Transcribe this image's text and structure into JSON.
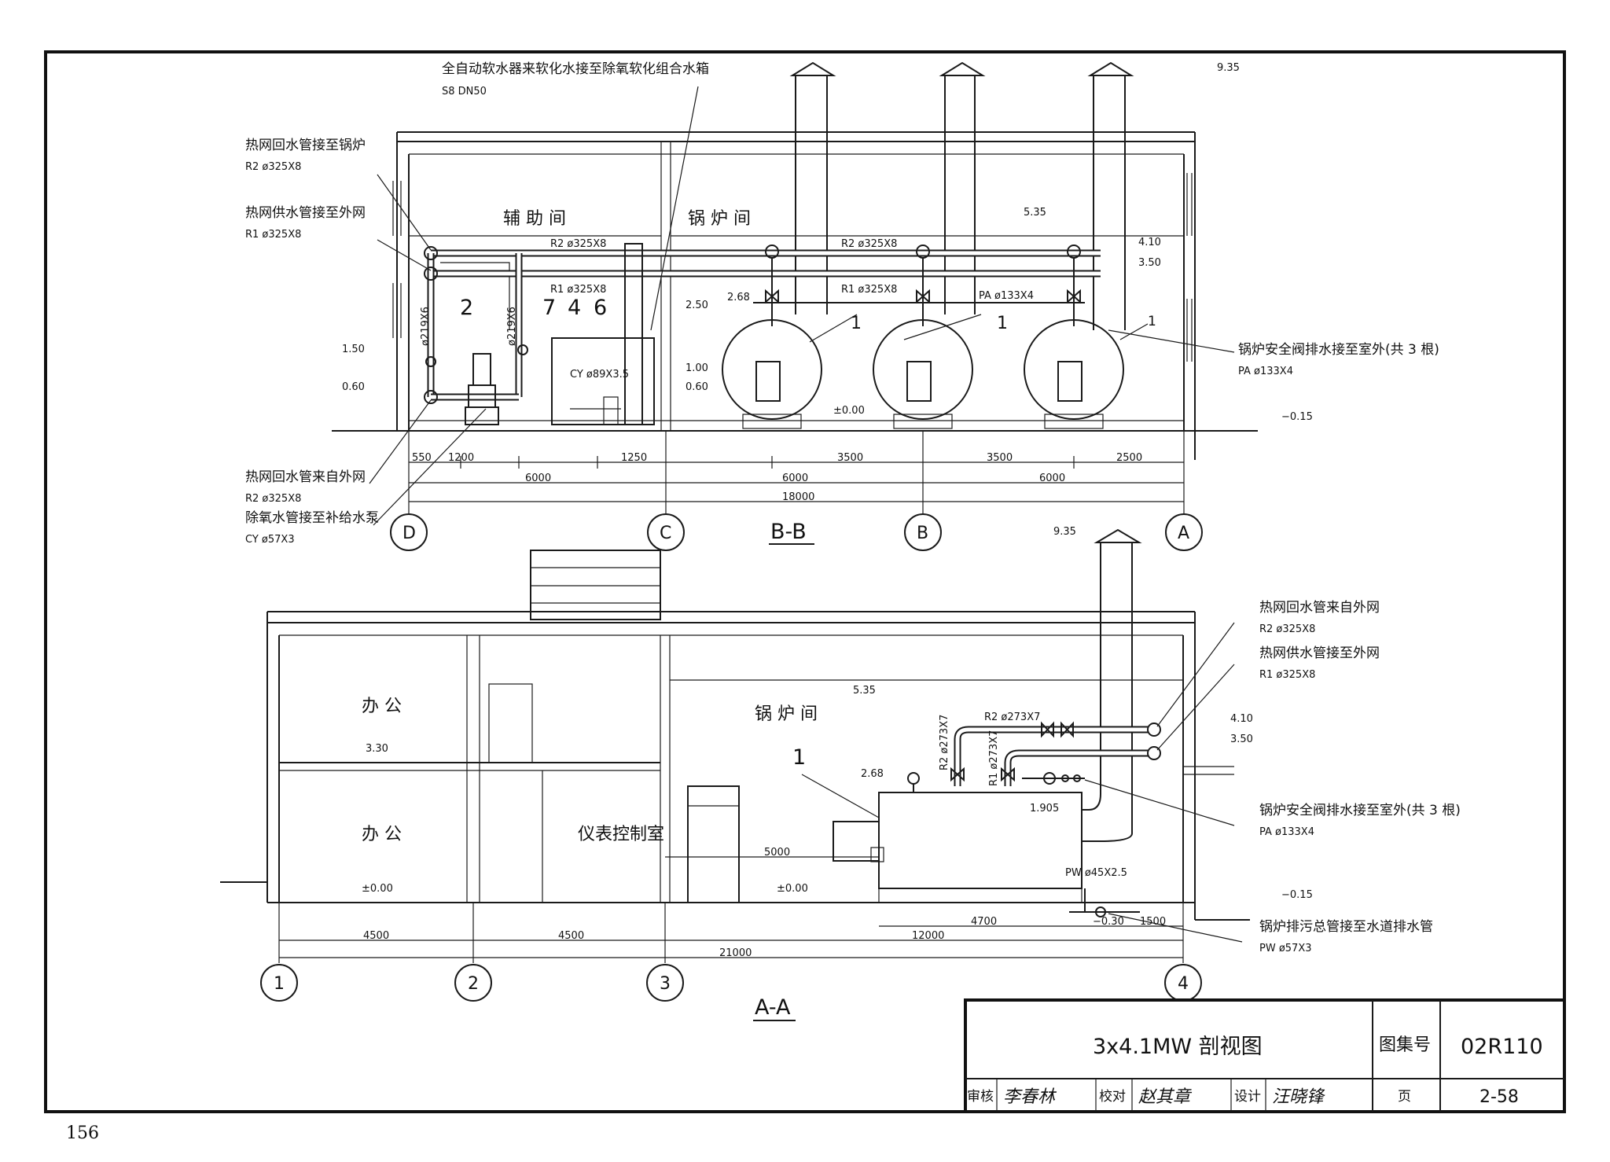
{
  "page_number": "156",
  "title_block": {
    "title": "3x4.1MW        剖视图",
    "atlas_label": "图集号",
    "atlas_no": "02R110",
    "review_label": "审核",
    "review_sign": "李春林",
    "check_label": "校对",
    "check_sign": "赵其章",
    "design_label": "设计",
    "design_sign": "汪晓锋",
    "page_label": "页",
    "page_value": "2-58"
  },
  "section_bb": {
    "title": "B-B",
    "rooms": {
      "aux": "辅 助 间",
      "boiler": "锅 炉 间"
    },
    "axes": [
      "D",
      "C",
      "B",
      "A"
    ],
    "callouts": {
      "softener": "全自动软水器来软化水接至除氧软化组合水箱",
      "softener_spec": "S8  DN50",
      "return_to_boiler": "热网回水管接至锅炉",
      "return_to_boiler_spec": "R2  ø325X8",
      "supply_out": "热网供水管接至外网",
      "supply_out_spec": "R1  ø325X8",
      "return_in": "热网回水管来自外网",
      "return_in_spec": "R2  ø325X8",
      "deaerated": "除氧水管接至补给水泵",
      "deaerated_spec": "CY  ø57X3",
      "safety": "锅炉安全阀排水接至室外(共 3 根)",
      "safety_spec": "PA  ø133X4"
    },
    "pipe_labels": {
      "r2_a": "R2  ø325X8",
      "r2_b": "R2  ø325X8",
      "r1_a": "R1  ø325X8",
      "r1_b": "R1  ø325X8",
      "pa": "PA  ø133X4",
      "cy": "CY  ø89X3.5",
      "v1": "ø219X6",
      "v2": "ø219X6"
    },
    "item_numbers": [
      "2",
      "7",
      "4",
      "6",
      "1",
      "1",
      "1"
    ],
    "levels": {
      "top": "9.35",
      "roof": "5.35",
      "l410": "4.10",
      "l350": "3.50",
      "l268": "2.68",
      "l250": "2.50",
      "l150": "1.50",
      "l100": "1.00",
      "l060a": "0.60",
      "l060b": "0.60",
      "zero": "±0.00",
      "ground": "−0.15"
    },
    "dims": {
      "d550": "550",
      "d1200": "1200",
      "d1250": "1250",
      "d3500a": "3500",
      "d3500b": "3500",
      "d2500": "2500",
      "d6000a": "6000",
      "d6000b": "6000",
      "d6000c": "6000",
      "d18000": "18000"
    }
  },
  "section_aa": {
    "title": "A-A",
    "rooms": {
      "office1": "办  公",
      "office2": "办  公",
      "control": "仪表控制室",
      "boiler": "锅 炉 间"
    },
    "axes": [
      "1",
      "2",
      "3",
      "4"
    ],
    "callouts": {
      "return_in": "热网回水管来自外网",
      "return_in_spec": "R2  ø325X8",
      "supply_out": "热网供水管接至外网",
      "supply_out_spec": "R1  ø325X8",
      "safety": "锅炉安全阀排水接至室外(共 3 根)",
      "safety_spec": "PA  ø133X4",
      "blowdown": "锅炉排污总管接至水道排水管",
      "blowdown_spec": "PW  ø57X3"
    },
    "pipe_labels": {
      "r2": "R2  ø273X7",
      "r2v": "R2  ø273X7",
      "r1v": "R1  ø273X7",
      "pw": "PW  ø45X2.5"
    },
    "item_numbers": [
      "1"
    ],
    "levels": {
      "top": "9.35",
      "roof": "5.35",
      "l410": "4.10",
      "l350": "3.50",
      "l330": "3.30",
      "l268": "2.68",
      "l1905": "1.905",
      "zero_a": "±0.00",
      "zero_b": "±0.00",
      "ground": "−0.15",
      "pit": "−0.30"
    },
    "dims": {
      "d4500a": "4500",
      "d4500b": "4500",
      "d12000": "12000",
      "d21000": "21000",
      "d5000": "5000",
      "d4700": "4700",
      "d1500": "1500"
    }
  }
}
